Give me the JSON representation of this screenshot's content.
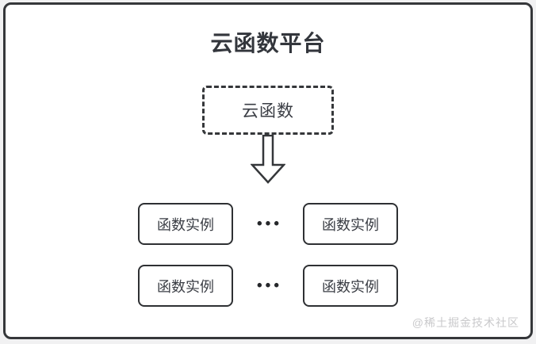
{
  "page": {
    "background": "#f1f1f2",
    "card_background": "#ffffff",
    "border_color": "#35373a",
    "text_color": "#33363c",
    "watermark_color": "#c9c9cb"
  },
  "diagram": {
    "title": "云函数平台",
    "cloud_function_label": "云函数",
    "ellipsis": "•••",
    "instance_rows": [
      {
        "left": "函数实例",
        "right": "函数实例"
      },
      {
        "left": "函数实例",
        "right": "函数实例"
      }
    ],
    "watermark": "@稀土掘金技术社区"
  }
}
